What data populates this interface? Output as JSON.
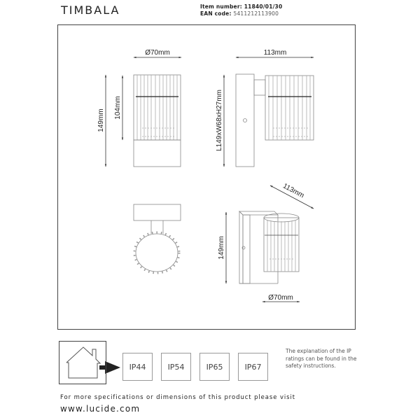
{
  "header": {
    "product_name": "TIMBALA",
    "item_number_label": "Item number:",
    "item_number": "11840/01/30",
    "ean_label": "EAN code:",
    "ean_code": "5411212113900"
  },
  "drawings": {
    "front_view": {
      "diameter": "Ø70mm",
      "total_height": "149mm",
      "shade_height": "104mm"
    },
    "side_view": {
      "depth": "113mm",
      "backplate": "L149xW68xH27mm"
    },
    "top_view": {},
    "perspective_view": {
      "depth": "113mm",
      "height": "149mm",
      "diameter": "Ø70mm"
    }
  },
  "ip_ratings": {
    "icon": "house-icon",
    "arrow": "arrow-right-icon",
    "items": [
      "IP44",
      "IP54",
      "IP65",
      "IP67"
    ],
    "note": "The explanation of the IP ratings can be found in the safety instructions."
  },
  "footer": {
    "text": "For more specifications or dimensions of this product please visit",
    "url": "www.lucide.com"
  }
}
